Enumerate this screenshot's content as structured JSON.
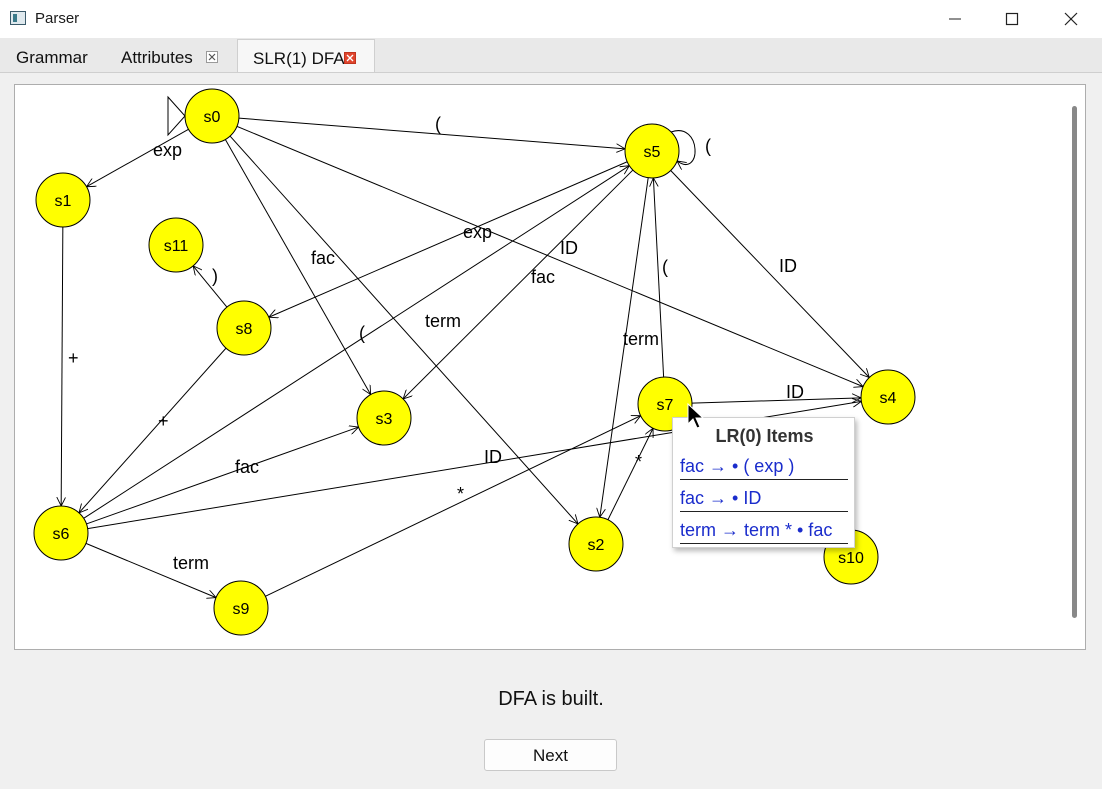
{
  "window": {
    "title": "Parser"
  },
  "tabs": [
    {
      "label": "Grammar"
    },
    {
      "label": "Attributes"
    },
    {
      "label": "SLR(1) DFA"
    }
  ],
  "colors": {
    "state_fill": "#ffff00",
    "tooltip_item": "#1a2ccc",
    "active_tab_close": "#e0452d"
  },
  "dfa": {
    "states": [
      {
        "id": "s0"
      },
      {
        "id": "s1"
      },
      {
        "id": "s2"
      },
      {
        "id": "s3"
      },
      {
        "id": "s4"
      },
      {
        "id": "s5"
      },
      {
        "id": "s6"
      },
      {
        "id": "s7"
      },
      {
        "id": "s8"
      },
      {
        "id": "s9"
      },
      {
        "id": "s10"
      },
      {
        "id": "s11"
      }
    ],
    "start_state": "s0",
    "transitions": [
      {
        "from": "s0",
        "to": "s1",
        "label": "exp"
      },
      {
        "from": "s0",
        "to": "s5",
        "label": "("
      },
      {
        "from": "s0",
        "to": "s3",
        "label": "fac"
      },
      {
        "from": "s0",
        "to": "s2",
        "label": "term"
      },
      {
        "from": "s0",
        "to": "s4",
        "label": "ID"
      },
      {
        "from": "s5",
        "to": "s5",
        "label": "("
      },
      {
        "from": "s5",
        "to": "s8",
        "label": "exp"
      },
      {
        "from": "s5",
        "to": "s3",
        "label": "fac"
      },
      {
        "from": "s5",
        "to": "s2",
        "label": "term"
      },
      {
        "from": "s5",
        "to": "s4",
        "label": "ID"
      },
      {
        "from": "s1",
        "to": "s6",
        "label": "+"
      },
      {
        "from": "s8",
        "to": "s11",
        "label": ")"
      },
      {
        "from": "s8",
        "to": "s6",
        "label": "+"
      },
      {
        "from": "s6",
        "to": "s5",
        "label": "("
      },
      {
        "from": "s6",
        "to": "s3",
        "label": "fac"
      },
      {
        "from": "s6",
        "to": "s4",
        "label": "ID"
      },
      {
        "from": "s6",
        "to": "s9",
        "label": "term"
      },
      {
        "from": "s9",
        "to": "s7",
        "label": "*"
      },
      {
        "from": "s2",
        "to": "s7",
        "label": "*"
      },
      {
        "from": "s7",
        "to": "s5",
        "label": "("
      },
      {
        "from": "s7",
        "to": "s4",
        "label": "ID"
      }
    ]
  },
  "tooltip": {
    "title": "LR(0) Items",
    "items": [
      "fac → • ( exp )",
      "fac → • ID",
      "term → term * • fac"
    ]
  },
  "status": "DFA is built.",
  "next_label": "Next"
}
